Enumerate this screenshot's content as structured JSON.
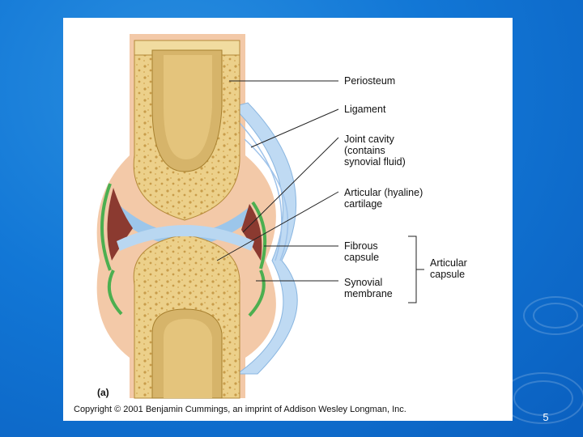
{
  "figure": {
    "panel_letter": "(a)",
    "labels": {
      "periosteum": "Periosteum",
      "ligament": "Ligament",
      "joint_cavity": "Joint cavity\n(contains\nsynovial fluid)",
      "articular_cartilage": "Articular (hyaline)\ncartilage",
      "fibrous_capsule": "Fibrous\ncapsule",
      "synovial_membrane": "Synovial\nmembrane",
      "articular_capsule": "Articular\ncapsule"
    },
    "copyright": "Copyright © 2001 Benjamin Cummings, an imprint of Addison Wesley Longman, Inc."
  },
  "slide": {
    "number": "5"
  },
  "colors": {
    "background": "#1277d6",
    "bone": "#ecd08a",
    "bone_marrow": "#d6b46a",
    "cartilage": "#9cc6ea",
    "synovial_membrane": "#4caf50",
    "joint_cavity": "#8b3a30",
    "periosteum": "#f3c9a8"
  },
  "icons": [
    "ripple-decoration"
  ]
}
